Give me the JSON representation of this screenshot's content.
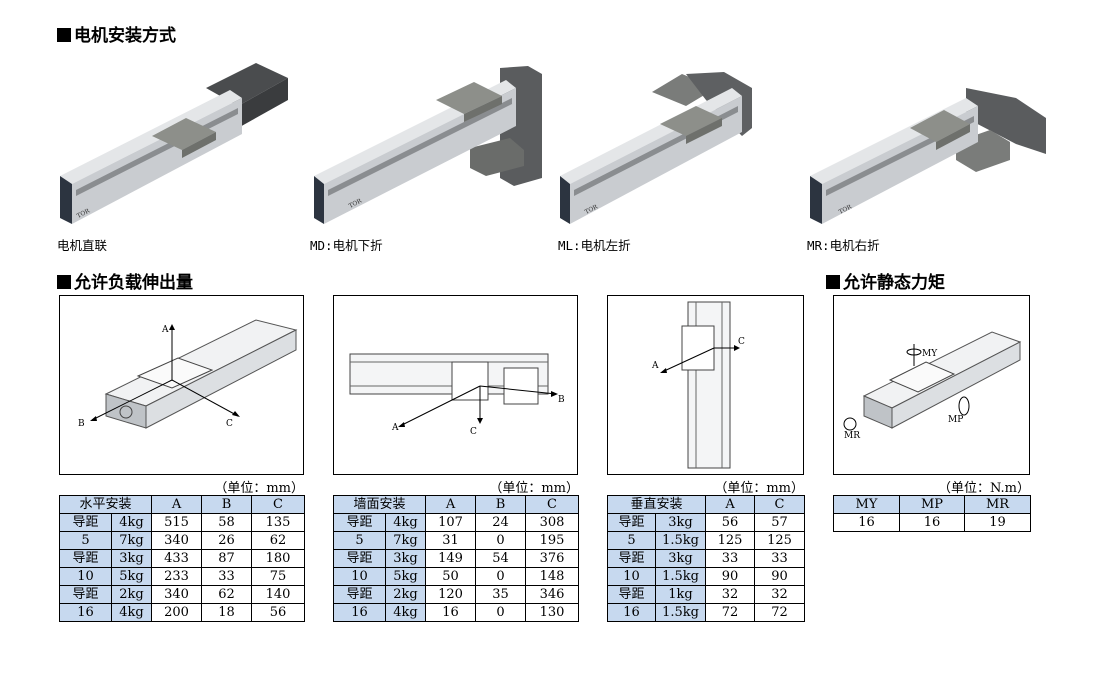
{
  "sections": {
    "mount_title": "电机安装方式",
    "extension_title": "允许负载伸出量",
    "moment_title": "允许静态力矩"
  },
  "mounts": [
    {
      "label": "电机直联",
      "icon": "motor-direct-icon"
    },
    {
      "label": "MD:电机下折",
      "icon": "motor-fold-down-icon"
    },
    {
      "label": "ML:电机左折",
      "icon": "motor-fold-left-icon"
    },
    {
      "label": "MR:电机右折",
      "icon": "motor-fold-right-icon"
    }
  ],
  "figure_labels": {
    "A": "A",
    "B": "B",
    "C": "C",
    "MY": "MY",
    "MP": "MP",
    "MR": "MR"
  },
  "units": {
    "mm": "（单位：mm）",
    "nm": "（单位：N.m）"
  },
  "tables": {
    "horizontal": {
      "header": [
        "水平安装",
        "A",
        "B",
        "C"
      ],
      "groups": [
        {
          "l1": "导距",
          "l2": "5",
          "rows": [
            [
              "4kg",
              "515",
              "58",
              "135"
            ],
            [
              "7kg",
              "340",
              "26",
              "62"
            ]
          ]
        },
        {
          "l1": "导距",
          "l2": "10",
          "rows": [
            [
              "3kg",
              "433",
              "87",
              "180"
            ],
            [
              "5kg",
              "233",
              "33",
              "75"
            ]
          ]
        },
        {
          "l1": "导距",
          "l2": "16",
          "rows": [
            [
              "2kg",
              "340",
              "62",
              "140"
            ],
            [
              "4kg",
              "200",
              "18",
              "56"
            ]
          ]
        }
      ]
    },
    "wall": {
      "header": [
        "墙面安装",
        "A",
        "B",
        "C"
      ],
      "groups": [
        {
          "l1": "导距",
          "l2": "5",
          "rows": [
            [
              "4kg",
              "107",
              "24",
              "308"
            ],
            [
              "7kg",
              "31",
              "0",
              "195"
            ]
          ]
        },
        {
          "l1": "导距",
          "l2": "10",
          "rows": [
            [
              "3kg",
              "149",
              "54",
              "376"
            ],
            [
              "5kg",
              "50",
              "0",
              "148"
            ]
          ]
        },
        {
          "l1": "导距",
          "l2": "16",
          "rows": [
            [
              "2kg",
              "120",
              "35",
              "346"
            ],
            [
              "4kg",
              "16",
              "0",
              "130"
            ]
          ]
        }
      ]
    },
    "vertical": {
      "header": [
        "垂直安装",
        "A",
        "C"
      ],
      "groups": [
        {
          "l1": "导距",
          "l2": "5",
          "rows": [
            [
              "3kg",
              "56",
              "57"
            ],
            [
              "1.5kg",
              "125",
              "125"
            ]
          ]
        },
        {
          "l1": "导距",
          "l2": "10",
          "rows": [
            [
              "3kg",
              "33",
              "33"
            ],
            [
              "1.5kg",
              "90",
              "90"
            ]
          ]
        },
        {
          "l1": "导距",
          "l2": "16",
          "rows": [
            [
              "1kg",
              "32",
              "32"
            ],
            [
              "1.5kg",
              "72",
              "72"
            ]
          ]
        }
      ]
    },
    "moment": {
      "header": [
        "MY",
        "MP",
        "MR"
      ],
      "row": [
        "16",
        "16",
        "19"
      ]
    }
  },
  "colors": {
    "header_blue": "#c7d9ef",
    "profile_silver": "#c9ccd0",
    "end_cap": "#2c3440",
    "slider": "#8d8f8a"
  }
}
